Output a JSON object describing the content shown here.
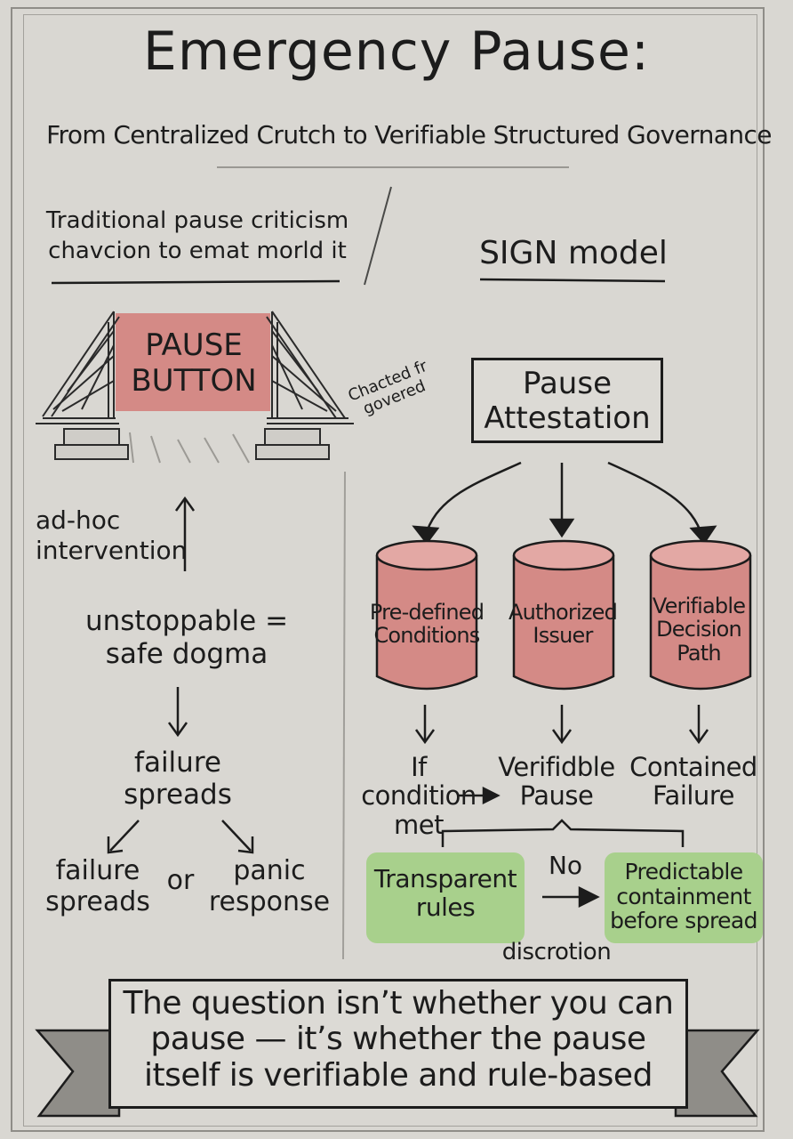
{
  "header": {
    "title": "Emergency Pause:",
    "subtitle": "From Centralized Crutch to Verifiable Structured Governance"
  },
  "left_panel": {
    "heading": "Traditional pause criticism chavcion to emat morld it",
    "sign_label": "PAUSE BUTTON",
    "side_note": "Chacted fr govered",
    "adhoc_label": "ad-hoc intervention",
    "dogma_label": "unstoppable = safe dogma",
    "failure_label": "failure spreads",
    "outcome_left": "failure spreads",
    "or_word": "or",
    "outcome_right": "panic response"
  },
  "right_panel": {
    "heading": "SIGN model",
    "attestation": "Pause Attestation",
    "components": [
      {
        "label": "Pre-defined Conditions"
      },
      {
        "label": "Authorized Issuer"
      },
      {
        "label": "Verifiable Decision Path"
      }
    ],
    "results": [
      {
        "label": "If condition met"
      },
      {
        "label": "Verifidble Pause"
      },
      {
        "label": "Contained Failure"
      }
    ],
    "rules_box": "Transparent rules",
    "no_label": "No",
    "discretion_label": "discrotion",
    "containment_box": "Predictable containment before spread"
  },
  "banner": {
    "text": "The question isn’t whether you can pause — it’s whether the pause itself is verifiable and rule-based"
  },
  "colors": {
    "background": "#d9d7d2",
    "ink": "#1c1c1c",
    "pink": "#d48a86",
    "green": "#a8d08c"
  }
}
